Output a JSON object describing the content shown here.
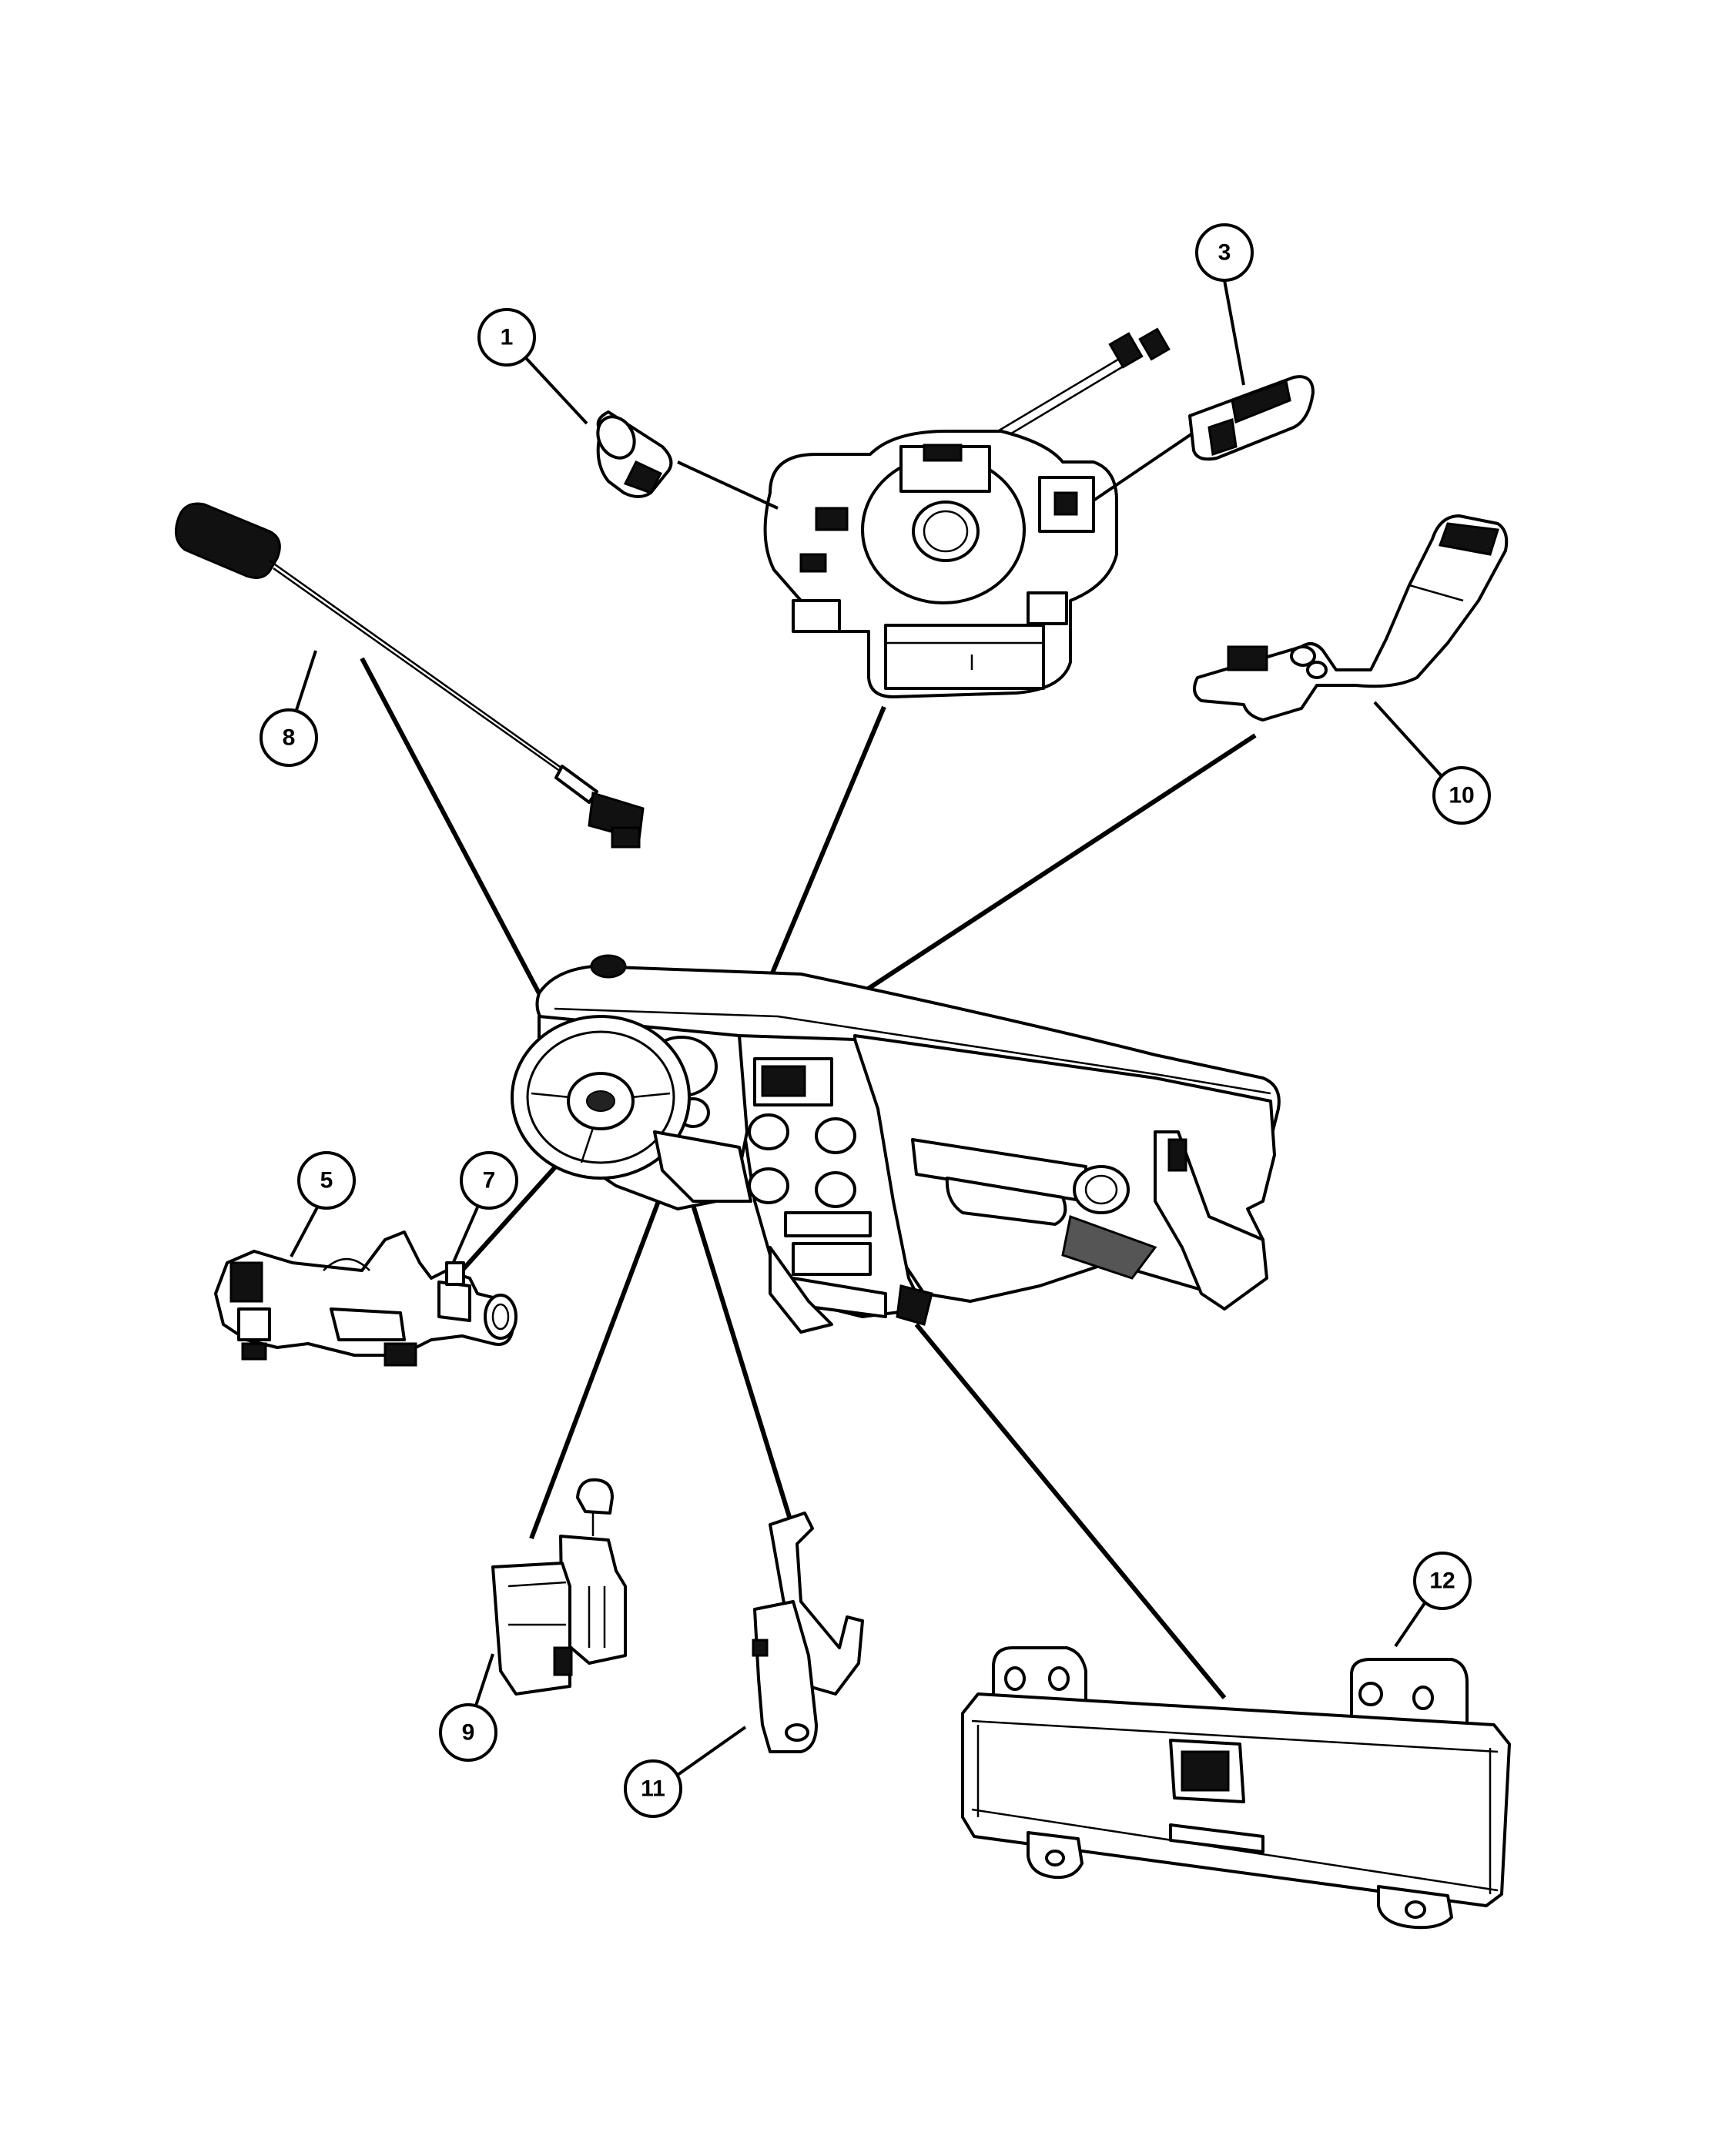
{
  "diagram": {
    "callouts": [
      {
        "id": "1",
        "label": "1"
      },
      {
        "id": "3",
        "label": "3"
      },
      {
        "id": "5",
        "label": "5"
      },
      {
        "id": "7",
        "label": "7"
      },
      {
        "id": "8",
        "label": "8"
      },
      {
        "id": "9",
        "label": "9"
      },
      {
        "id": "10",
        "label": "10"
      },
      {
        "id": "11",
        "label": "11"
      },
      {
        "id": "12",
        "label": "12"
      }
    ]
  }
}
